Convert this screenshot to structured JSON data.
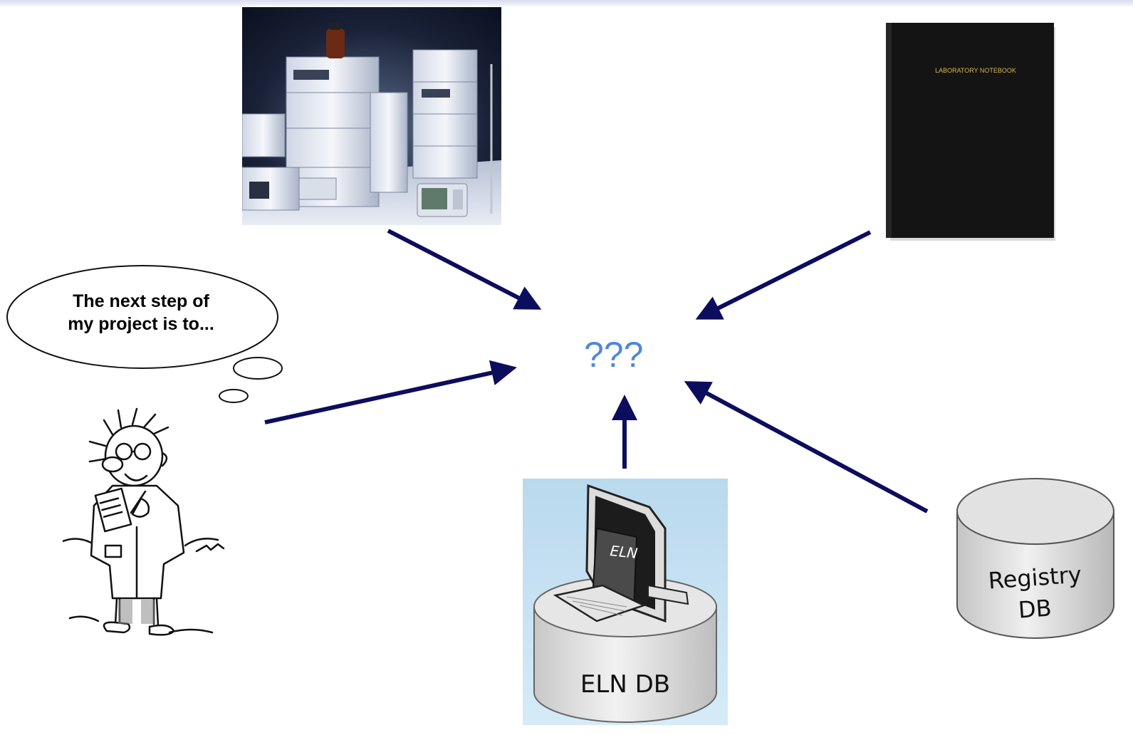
{
  "thought_bubble": {
    "line1": "The next step of",
    "line2": "my project is to..."
  },
  "center": {
    "label": "???"
  },
  "notebook": {
    "title": "LABORATORY NOTEBOOK"
  },
  "registry_db": {
    "line1": "Registry",
    "line2": "DB"
  },
  "eln_db": {
    "screen_text": "ELN",
    "label": "ELN DB"
  },
  "colors": {
    "arrow": "#0d0d5e",
    "center_text": "#4f86e0",
    "top_band": "#d9dcec"
  }
}
